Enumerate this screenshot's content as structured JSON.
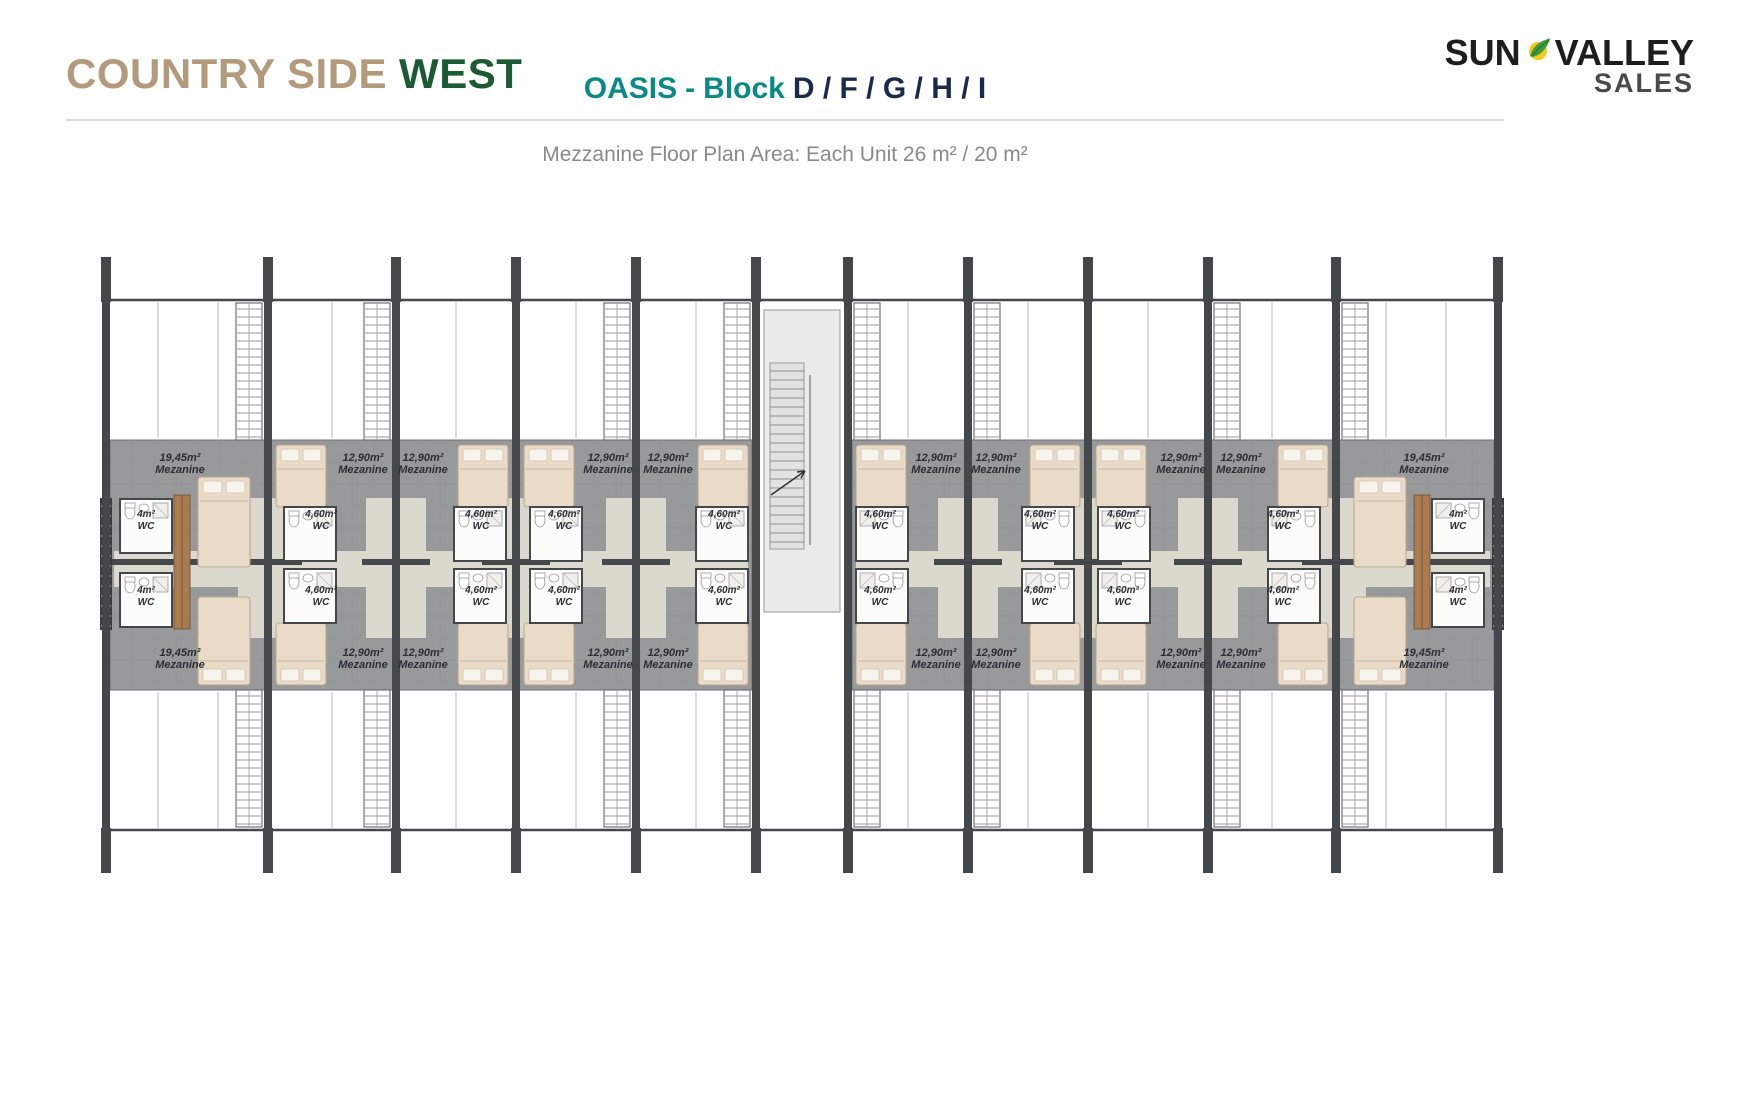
{
  "header": {
    "brand": {
      "primary": "COUNTRY SIDE",
      "secondary": "WEST"
    },
    "title": {
      "project": "OASIS",
      "separator": "-",
      "block_word": "Block",
      "blocks": "D / F / G / H / I"
    },
    "logo": {
      "word1": "SUN",
      "word2": "VALLEY",
      "word3": "SALES",
      "icon": "sun-leaf-icon"
    }
  },
  "subtitle": "Mezzanine Floor Plan Area: Each Unit 26 m² / 20 m²",
  "plan": {
    "standard_unit": {
      "area": "12,90m²",
      "room": "Mezanine",
      "wc_area": "4,60m²",
      "wc_label": "WC"
    },
    "end_unit": {
      "area": "19,45m²",
      "room": "Mezanine",
      "wc_area": "4m²",
      "wc_label": "WC"
    },
    "blocks": 2,
    "rows_per_block": 2,
    "standard_units_per_row": 4,
    "end_units_per_row": 1,
    "colors": {
      "wall": "#45484b",
      "band": "#97999b",
      "band_border": "#6f7275",
      "band_grid": "#8e9092",
      "corridor": "#dbd8ce",
      "bed": "#e9dbc7",
      "bed_border": "#b9a78e",
      "pillow": "#f7f4ee",
      "wc": "#fcfcfb",
      "stair": "#ebebe9",
      "closet": "#a87c50",
      "window_line": "#b9b9b9",
      "teal": "#0a8a85",
      "navy": "#1b2a4a",
      "brand_tan": "#b49a7d",
      "brand_green": "#1c5a33"
    }
  }
}
